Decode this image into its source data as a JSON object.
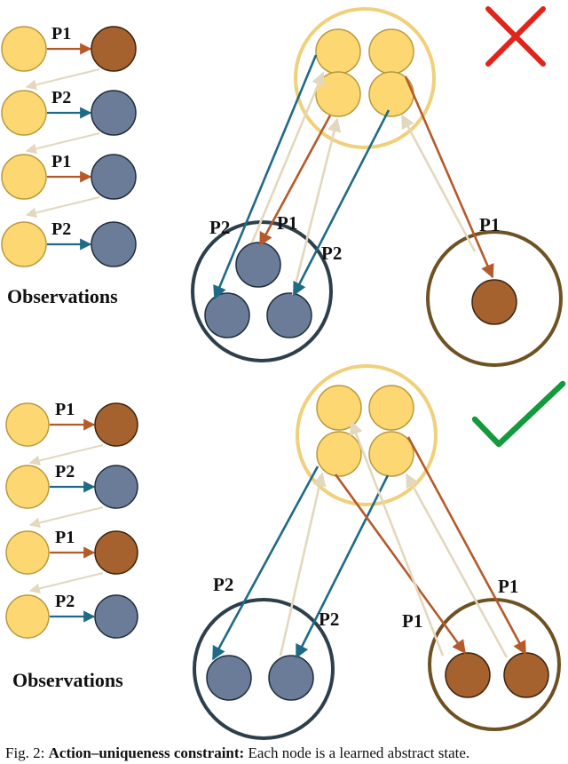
{
  "colors": {
    "yellow_fill": "#FDD772",
    "yellow_stroke": "#B89A3E",
    "brown_fill": "#A5612E",
    "brown_stroke": "#3A2410",
    "blue_fill": "#6A7C98",
    "blue_stroke": "#1F2D3D",
    "arrow_p1": "#B55A2A",
    "arrow_p2": "#1F6A86",
    "arrow_back": "#E3D8BE",
    "cluster_top_stroke": "#F0D07A",
    "cluster_blue_stroke": "#2E3F4C",
    "cluster_brown_stroke": "#6E5221",
    "cross": "#E2231A",
    "check": "#129A3C"
  },
  "top_panel": {
    "observations_title": "Observations",
    "obs_labels": [
      "P1",
      "P2",
      "P1",
      "P2"
    ],
    "diagram_labels": {
      "p2_left": "P2",
      "p1_mid": "P1",
      "p2_right": "P2",
      "p1_far": "P1"
    },
    "verdict_icon": "cross-icon"
  },
  "bottom_panel": {
    "observations_title": "Observations",
    "obs_labels": [
      "P1",
      "P2",
      "P1",
      "P2"
    ],
    "diagram_labels": {
      "p2_left": "P2",
      "p2_right": "P2",
      "p1_brown": "P1",
      "p1_far": "P1"
    },
    "verdict_icon": "check-icon"
  },
  "caption": {
    "prefix": "Fig. 2: ",
    "bold": "Action–uniqueness constraint:",
    "rest": " Each node is a learned abstract state."
  }
}
